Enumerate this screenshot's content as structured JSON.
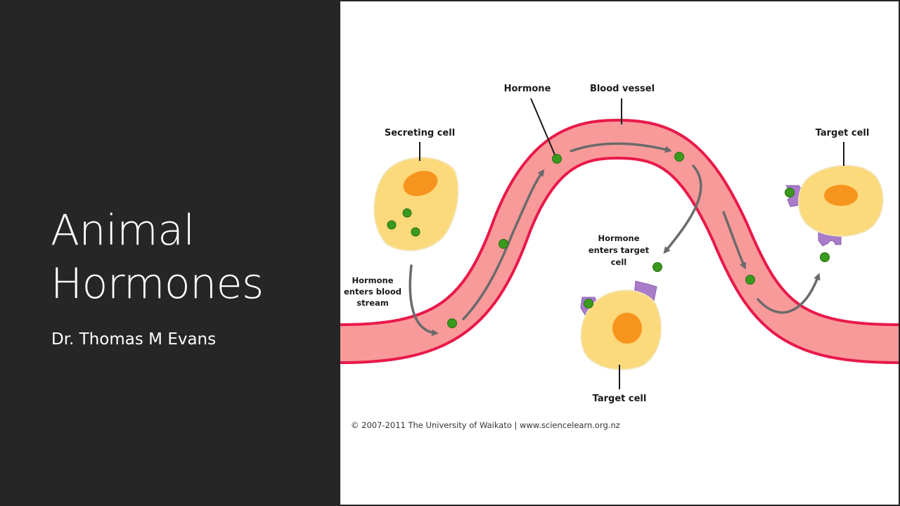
{
  "slide": {
    "title_line1": "Animal",
    "title_line2": "Hormones",
    "subtitle": "Dr. Thomas M Evans"
  },
  "diagram": {
    "labels": {
      "secreting_cell": "Secreting cell",
      "hormone": "Hormone",
      "blood_vessel": "Blood vessel",
      "target_cell_right": "Target cell",
      "target_cell_bottom": "Target cell",
      "enters_blood_1": "Hormone",
      "enters_blood_2": "enters blood",
      "enters_blood_3": "stream",
      "enters_target_1": "Hormone",
      "enters_target_2": "enters target",
      "enters_target_3": "cell"
    },
    "copyright": "© 2007-2011 The University of Waikato | www.sciencelearn.org.nz",
    "colors": {
      "vessel_fill": "#f99a9a",
      "vessel_wall": "#e8194a",
      "cell_fill": "#fcd97a",
      "nucleus": "#f7941d",
      "hormone": "#3a9a1e",
      "receptor": "#a97cc9",
      "arrow": "#6b6b6b"
    }
  }
}
